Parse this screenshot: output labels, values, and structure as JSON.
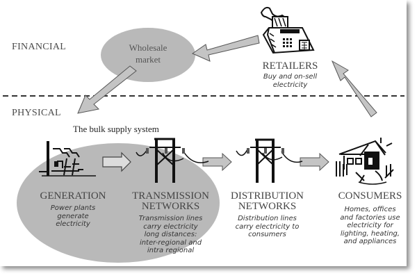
{
  "sections": {
    "financial": "FINANCIAL",
    "physical": "PHYSICAL"
  },
  "wholesale_market": {
    "line1": "Wholesale",
    "line2": "market"
  },
  "bulk_supply_label": "The bulk supply system",
  "retailers": {
    "title": "RETAILERS",
    "desc": [
      "Buy and on-sell",
      "electricity"
    ],
    "icon": "fax-machine-icon"
  },
  "nodes": [
    {
      "id": "generation",
      "title": [
        "GENERATION"
      ],
      "desc": [
        "Power plants",
        "generate",
        "electricity"
      ],
      "icon": "power-plant-icon"
    },
    {
      "id": "transmission",
      "title": [
        "TRANSMISSION",
        "NETWORKS"
      ],
      "desc": [
        "Transmission lines",
        "carry electricity",
        "long distances:",
        "inter-regional and",
        "intra regional"
      ],
      "icon": "transmission-tower-icon"
    },
    {
      "id": "distribution",
      "title": [
        "DISTRIBUTION",
        "NETWORKS"
      ],
      "desc": [
        "Distribution lines",
        "carry electricity to",
        "consumers"
      ],
      "icon": "distribution-tower-icon"
    },
    {
      "id": "consumers",
      "title": [
        "CONSUMERS"
      ],
      "desc": [
        "Homes, offices",
        "and factories use",
        "electricity for",
        "lighting, heating,",
        "and appliances"
      ],
      "icon": "house-icon"
    }
  ],
  "colors": {
    "ellipse_fill": "#b9b9b9",
    "arrow_fill": "#c4c4c4",
    "arrow_stroke": "#555555",
    "dash": "#333333"
  }
}
